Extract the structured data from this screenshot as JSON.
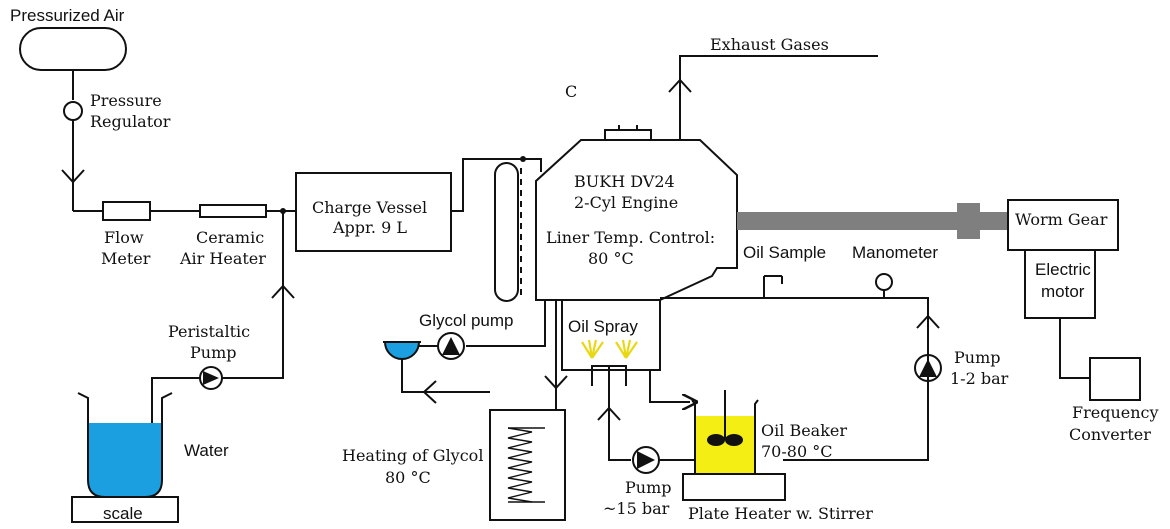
{
  "labels": {
    "pressurized_air": "Pressurized Air",
    "pressure_regulator_1": "Pressure",
    "pressure_regulator_2": "Regulator",
    "flow_meter_1": "Flow",
    "flow_meter_2": "Meter",
    "ceramic_heater_1": "Ceramic",
    "ceramic_heater_2": "Air Heater",
    "charge_vessel_1": "Charge Vessel",
    "charge_vessel_2": "Appr. 9 L",
    "c_label": "C",
    "exhaust": "Exhaust Gases",
    "engine_1": "BUKH DV24",
    "engine_2": "2-Cyl Engine",
    "engine_3": "Liner Temp. Control:",
    "engine_4": "80 °C",
    "worm_gear": "Worm Gear",
    "electric_motor_1": "Electric",
    "electric_motor_2": "motor",
    "frequency_converter_1": "Frequency",
    "frequency_converter_2": "Converter",
    "oil_sample": "Oil Sample",
    "manometer": "Manometer",
    "oil_spray": "Oil Spray",
    "glycol_pump": "Glycol pump",
    "peristaltic_pump_1": "Peristaltic",
    "peristaltic_pump_2": "Pump",
    "water": "Water",
    "scale": "scale",
    "heating_glycol_1": "Heating of Glycol",
    "heating_glycol_2": "80 °C",
    "pump_15_1": "Pump",
    "pump_15_2": "~15 bar",
    "oil_beaker_1": "Oil Beaker",
    "oil_beaker_2": "70-80 °C",
    "plate_heater": "Plate Heater w. Stirrer",
    "pump_12_1": "Pump",
    "pump_12_2": "1-2 bar"
  },
  "colors": {
    "water": "#1b9fe0",
    "oil": "#f5ee14",
    "shaft": "#7f7f7f",
    "spray": "#e8d814"
  }
}
